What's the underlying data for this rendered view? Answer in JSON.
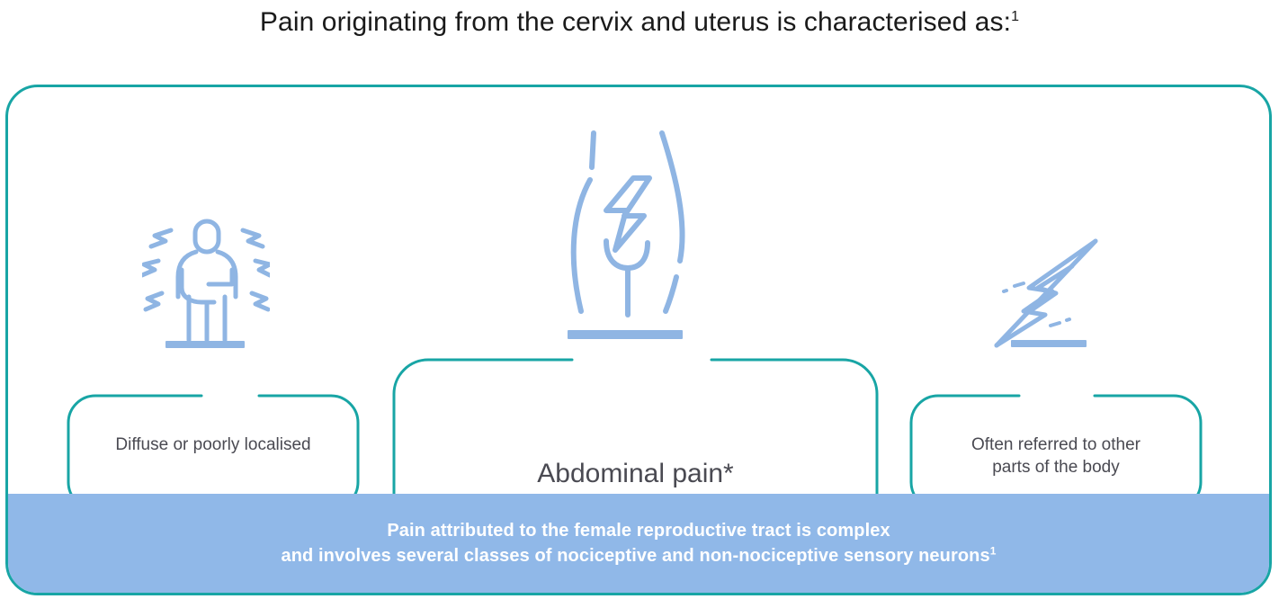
{
  "title": {
    "text": "Pain originating from the cervix and uterus is characterised as:",
    "superscript": "1"
  },
  "colors": {
    "teal_border": "#18a5a5",
    "icon_blue": "#8fb5e3",
    "banner_blue": "#90b8e8",
    "banner_text": "#ffffff",
    "card_text": "#4a4a52",
    "title_text": "#1a1a1a"
  },
  "cards": [
    {
      "id": "left",
      "label": "Diffuse or poorly localised",
      "icon": "person-clutching-abdomen-icon"
    },
    {
      "id": "center",
      "label": "Abdominal pain*",
      "icon": "female-torso-pain-icon"
    },
    {
      "id": "right",
      "label": "Often referred to other\nparts of the body",
      "icon": "lightning-bolt-icon"
    }
  ],
  "banner": {
    "line1": "Pain attributed to the female reproductive tract is complex",
    "line2": "and involves several classes of nociceptive and non-nociceptive sensory neurons",
    "line2_superscript": "1"
  }
}
